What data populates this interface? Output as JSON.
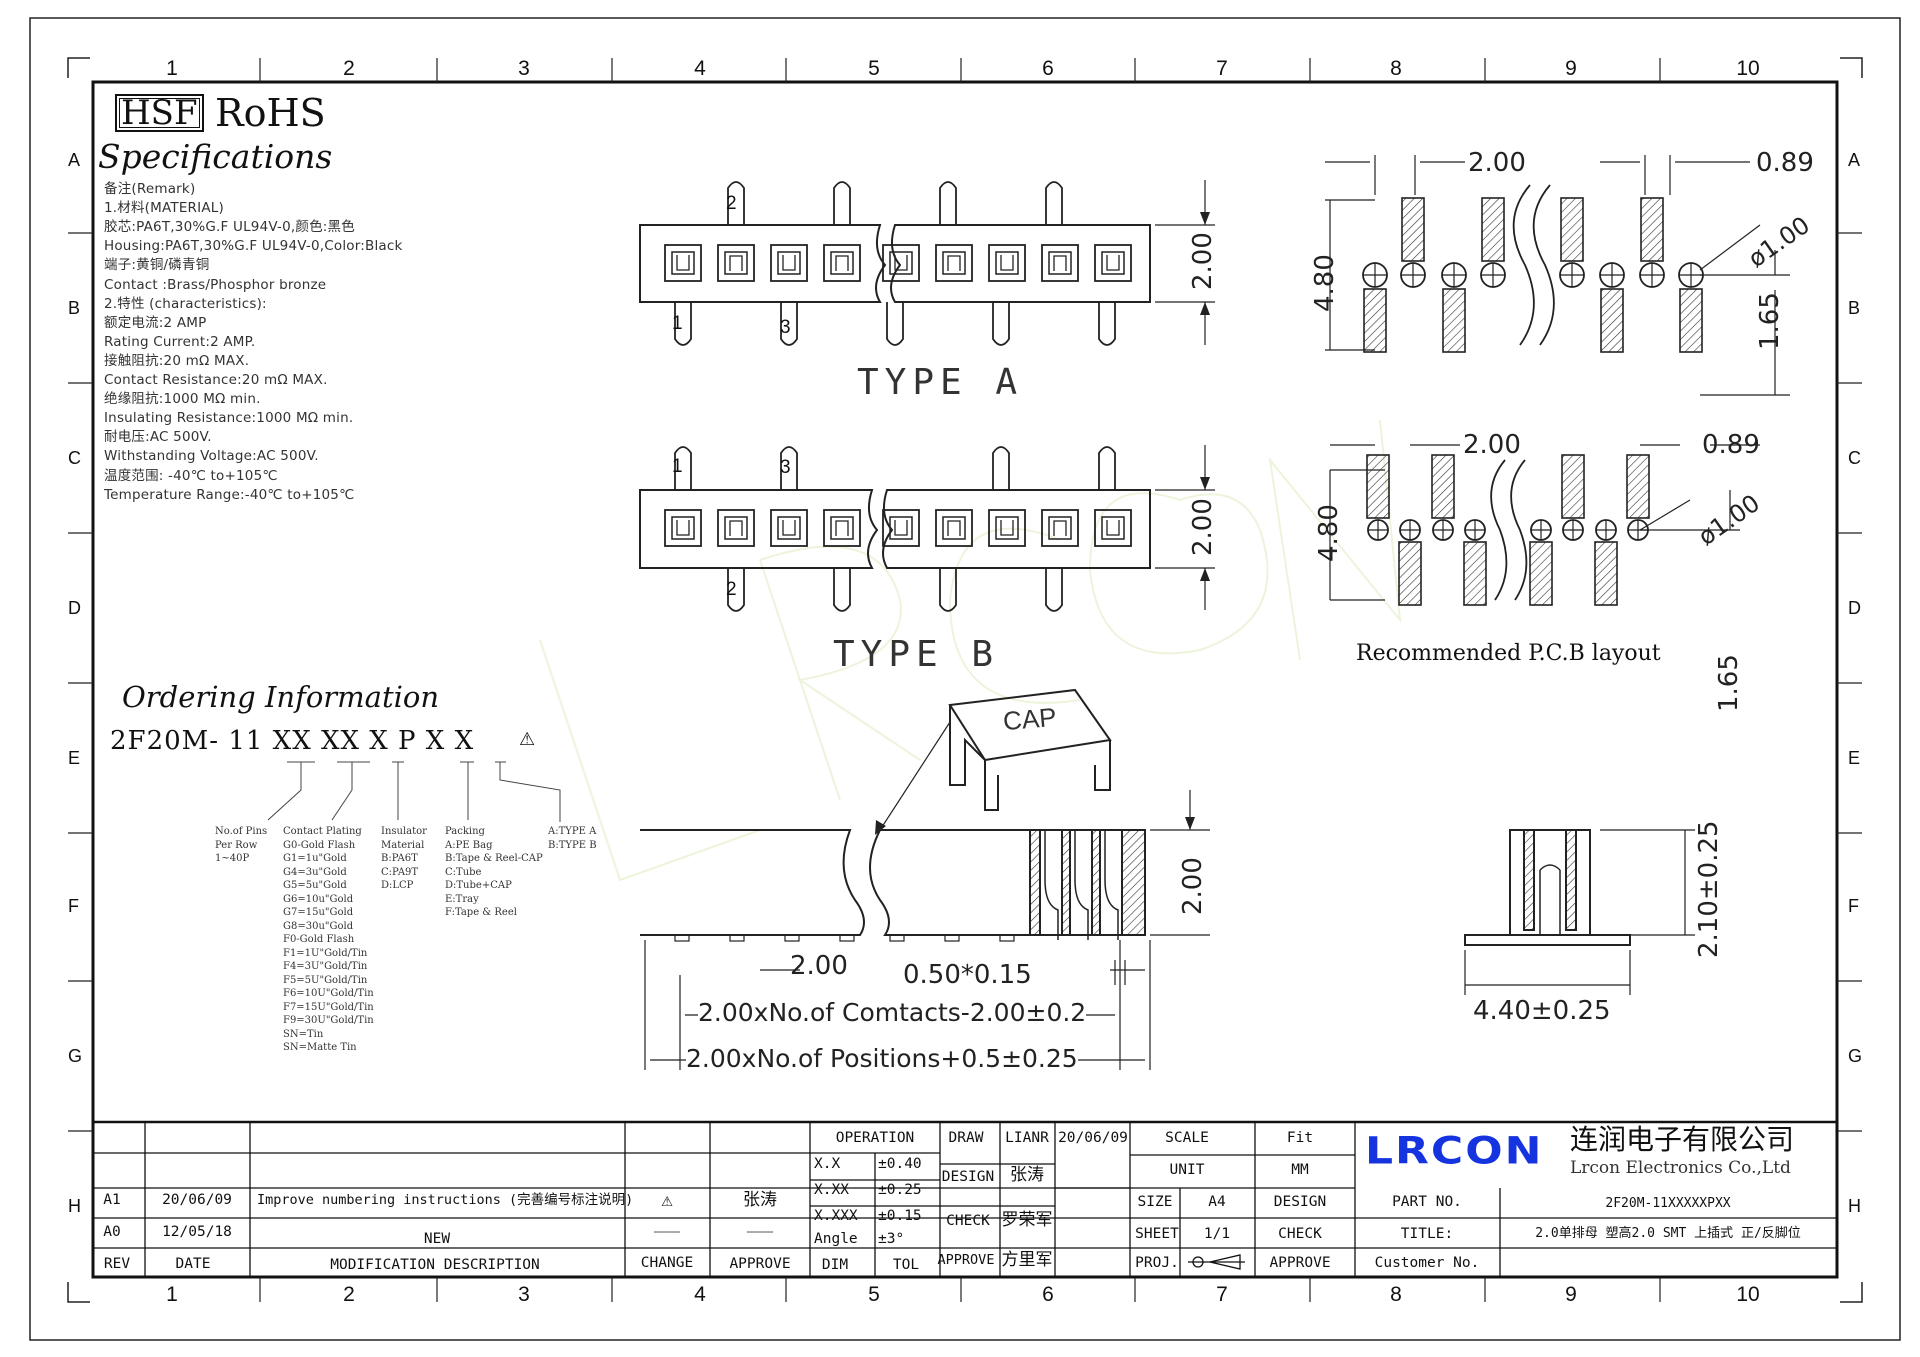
{
  "border": {
    "columns": [
      "1",
      "2",
      "3",
      "4",
      "5",
      "6",
      "7",
      "8",
      "9",
      "10"
    ],
    "rows": [
      "A",
      "B",
      "C",
      "D",
      "E",
      "F",
      "G",
      "H"
    ]
  },
  "header": {
    "hsf": "HSF",
    "rohs": "RoHS",
    "specifications": "Specifications"
  },
  "remarks": [
    "备注(Remark)",
    "1.材料(MATERIAL)",
    "胶芯:PA6T,30%G.F UL94V-0,颜色:黑色",
    "Housing:PA6T,30%G.F UL94V-0,Color:Black",
    "端子:黄铜/磷青铜",
    "Contact :Brass/Phosphor bronze",
    "2.特性 (characteristics):",
    "额定电流:2 AMP",
    "Rating Current:2 AMP.",
    "接触阻抗:20 mΩ MAX.",
    "Contact Resistance:20 mΩ MAX.",
    "绝缘阻抗:1000 MΩ min.",
    "Insulating Resistance:1000 MΩ  min.",
    "耐电压:AC 500V.",
    "Withstanding Voltage:AC 500V.",
    "温度范围: -40℃ to+105℃",
    "Temperature Range:-40℃ to+105℃"
  ],
  "ordering": {
    "title": "Ordering Information",
    "code": "2F20M- 11 XX XX X P X X",
    "no_of_pins": "No.of Pins\nPer Row\n1~40P",
    "contact_plating": "Contact Plating\nG0-Gold Flash\nG1=1u\"Gold\nG4=3u\"Gold\nG5=5u\"Gold\nG6=10u\"Gold\nG7=15u\"Gold\nG8=30u\"Gold\nF0-Gold Flash\nF1=1U\"Gold/Tin\nF4=3U\"Gold/Tin\nF5=5U\"Gold/Tin\nF6=10U\"Gold/Tin\nF7=15U\"Gold/Tin\nF9=30U\"Gold/Tin\nSN=Tin\nSN=Matte Tin",
    "insulator": "Insulator\nMaterial\nB:PA6T\nC:PA9T\nD:LCP",
    "packing": "Packing\nA:PE Bag\nB:Tape & Reel-CAP\nC:Tube\nD:Tube+CAP\nE:Tray\nF:Tape & Reel",
    "type": "A:TYPE A\nB:TYPE B"
  },
  "drawing": {
    "type_a": "TYPE A",
    "type_b": "TYPE B",
    "cap": "CAP",
    "pin_numbers": [
      "2",
      "1",
      "3",
      "1",
      "3",
      "2"
    ],
    "dim_200": "2.00",
    "dim_089": "0.89",
    "dim_phi100": "ø1.00",
    "dim_480": "4.80",
    "dim_165": "1.65",
    "pcb_caption": "Recommended P.C.B layout",
    "dim_050": "0.50*0.15",
    "dim_contacts": "2.00xNo.of Comtacts-2.00±0.2",
    "dim_positions": "2.00xNo.of Positions+0.5±0.25",
    "dim_210": "2.10±0.25",
    "dim_440": "4.40±0.25"
  },
  "title_block": {
    "revisions": [
      {
        "rev": "A1",
        "date": "20/06/09",
        "desc": "Improve numbering instructions (完善编号标注说明)",
        "change": "⚠",
        "approve": "张涛"
      },
      {
        "rev": "A0",
        "date": "12/05/18",
        "desc": "NEW",
        "change": "———",
        "approve": "———"
      }
    ],
    "hdr_rev": "REV",
    "hdr_date": "DATE",
    "hdr_desc": "MODIFICATION DESCRIPTION",
    "hdr_change": "CHANGE",
    "hdr_approve": "APPROVE",
    "operation": "OPERATION",
    "tol_rows": [
      {
        "k": "X.X",
        "v": "±0.40"
      },
      {
        "k": "X.XX",
        "v": "±0.25"
      },
      {
        "k": "X.XXX",
        "v": "±0.15"
      },
      {
        "k": "Angle",
        "v": "±3°"
      }
    ],
    "dim": "DIM",
    "tol": "TOL",
    "draw": "DRAW",
    "draw_name": "LIANR",
    "draw_date": "20/06/09",
    "design": "DESIGN",
    "design_name": "张涛",
    "check": "CHECK",
    "check_name": "罗荣军",
    "approve": "APPROVE",
    "approve_name": "方里军",
    "scale": "SCALE",
    "scale_val": "Fit",
    "unit": "UNIT",
    "unit_val": "MM",
    "size": "SIZE",
    "size_val": "A4",
    "design2": "DESIGN",
    "sheet": "SHEET",
    "sheet_val": "1/1",
    "check2": "CHECK",
    "proj": "PROJ.",
    "approve2": "APPROVE",
    "logo": "LRCON",
    "company_cn": "连润电子有限公司",
    "company_en": "Lrcon Electronics Co.,Ltd",
    "part_no_label": "PART NO.",
    "part_no": "2F20M-11XXXXXPXX",
    "title_label": "TITLE:",
    "title": "2.0单排母 塑高2.0 SMT 上插式 正/反脚位",
    "customer_label": "Customer No."
  },
  "watermark": "LRCON"
}
